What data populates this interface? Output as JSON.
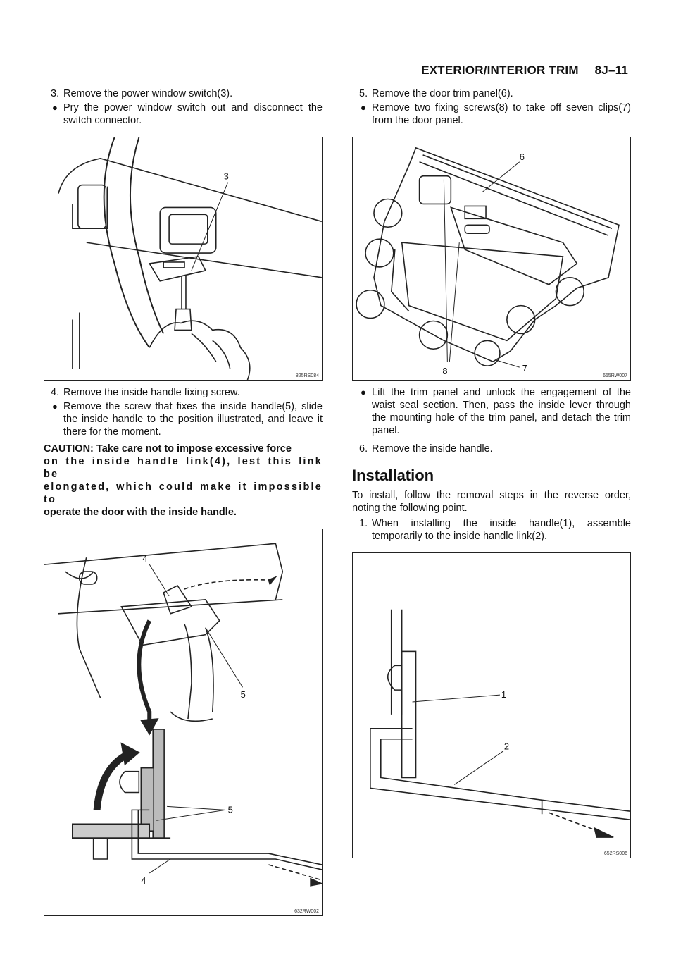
{
  "header": {
    "section": "EXTERIOR/INTERIOR TRIM",
    "page": "8J–11"
  },
  "left": {
    "step3": {
      "num": "3.",
      "text": "Remove the power window switch(3)."
    },
    "step3_bullet": "Pry the power window switch out and disconnect the switch connector.",
    "figure1": {
      "code": "825RS084",
      "callouts": [
        "3"
      ]
    },
    "step4": {
      "num": "4.",
      "text": "Remove the inside handle fixing screw."
    },
    "step4_bullet": "Remove the screw that fixes the inside handle(5), slide the inside handle to the position illustrated, and leave it there for the moment.",
    "caution_head": "CAUTION:   Take care not to impose excessive force",
    "caution_line2": "on the inside handle link(4), lest this link be",
    "caution_line3": "elongated, which could make it impossible to",
    "caution_line4": "operate the door with the inside handle.",
    "figure2": {
      "code": "632RW002",
      "callouts": [
        "4",
        "5",
        "5",
        "4"
      ]
    }
  },
  "right": {
    "step5": {
      "num": "5.",
      "text": "Remove the door trim panel(6)."
    },
    "step5_bullet": "Remove two fixing screws(8) to take off seven clips(7) from the door panel.",
    "figure3": {
      "code": "655RW007",
      "callouts": [
        "6",
        "8",
        "7"
      ]
    },
    "step5_bullet2": "Lift the trim panel and unlock the engagement of the waist seal section. Then, pass the inside lever through the mounting hole of the trim panel, and detach the trim panel.",
    "step6": {
      "num": "6.",
      "text": "Remove the inside handle."
    },
    "installation_title": "Installation",
    "installation_intro": "To install, follow the removal steps in the reverse order, noting the following point.",
    "install1": {
      "num": "1.",
      "text": "When installing the inside handle(1), assemble temporarily to the inside handle link(2)."
    },
    "figure4": {
      "code": "652RS006",
      "callouts": [
        "1",
        "2"
      ]
    }
  },
  "bullet_glyph": "●"
}
